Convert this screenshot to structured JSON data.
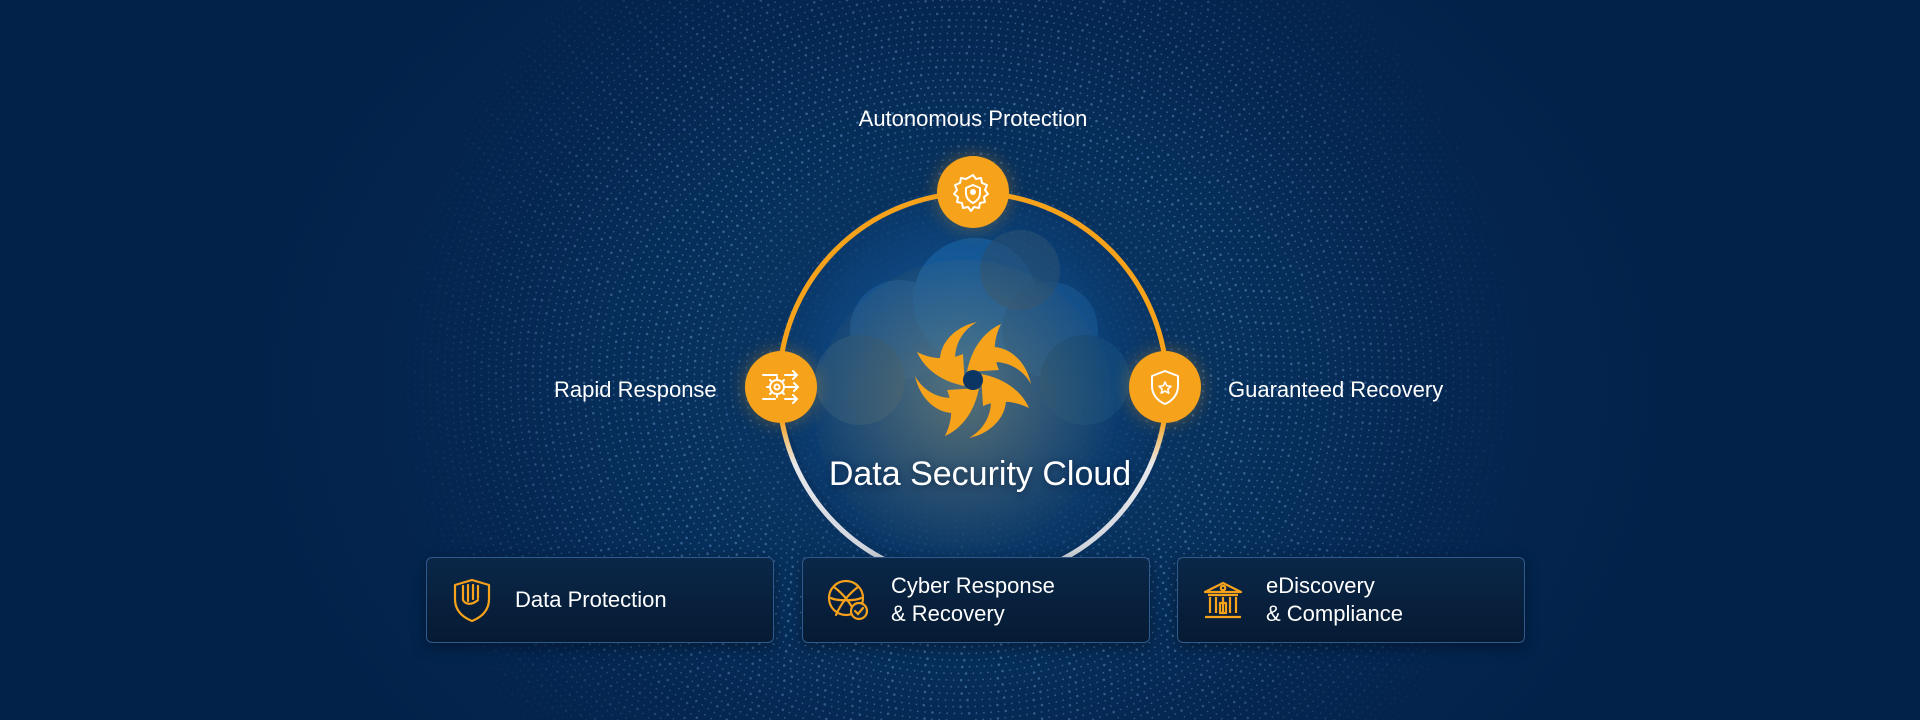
{
  "diagram": {
    "center_title": "Data Security Cloud",
    "nodes": [
      {
        "label": "Autonomous Protection",
        "icon": "gear-shield-icon"
      },
      {
        "label": "Rapid Response",
        "icon": "gear-arrows-icon"
      },
      {
        "label": "Guaranteed Recovery",
        "icon": "shield-star-icon"
      }
    ]
  },
  "cards": [
    {
      "lines": [
        "Data Protection"
      ],
      "icon": "shield-lines-icon"
    },
    {
      "lines": [
        "Cyber Response",
        "& Recovery"
      ],
      "icon": "globe-check-icon"
    },
    {
      "lines": [
        "eDiscovery",
        "& Compliance"
      ],
      "icon": "institution-icon"
    }
  ],
  "colors": {
    "accent": "#f7a21b",
    "background": "#042650",
    "card_border": "#2f5a8c",
    "ring_lower": "#c9cfd8"
  }
}
